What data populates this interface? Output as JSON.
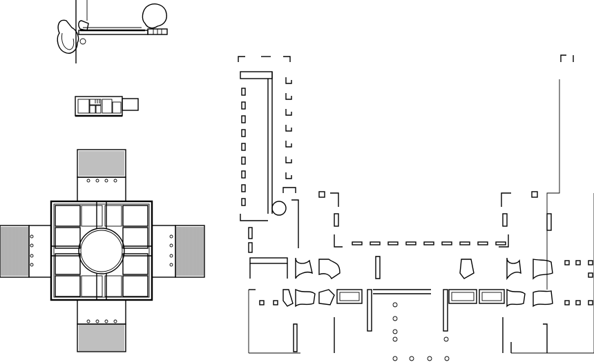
{
  "drawing": {
    "stroke_color": "#000000",
    "background_color": "#ffffff",
    "plans": [
      {
        "id": "site-plan",
        "kind": "site-plan"
      },
      {
        "id": "small-villa-plan",
        "kind": "floor-plan"
      },
      {
        "id": "rotunda-villa-plan",
        "kind": "floor-plan"
      },
      {
        "id": "palace-partial-plan",
        "kind": "floor-plan"
      }
    ]
  }
}
